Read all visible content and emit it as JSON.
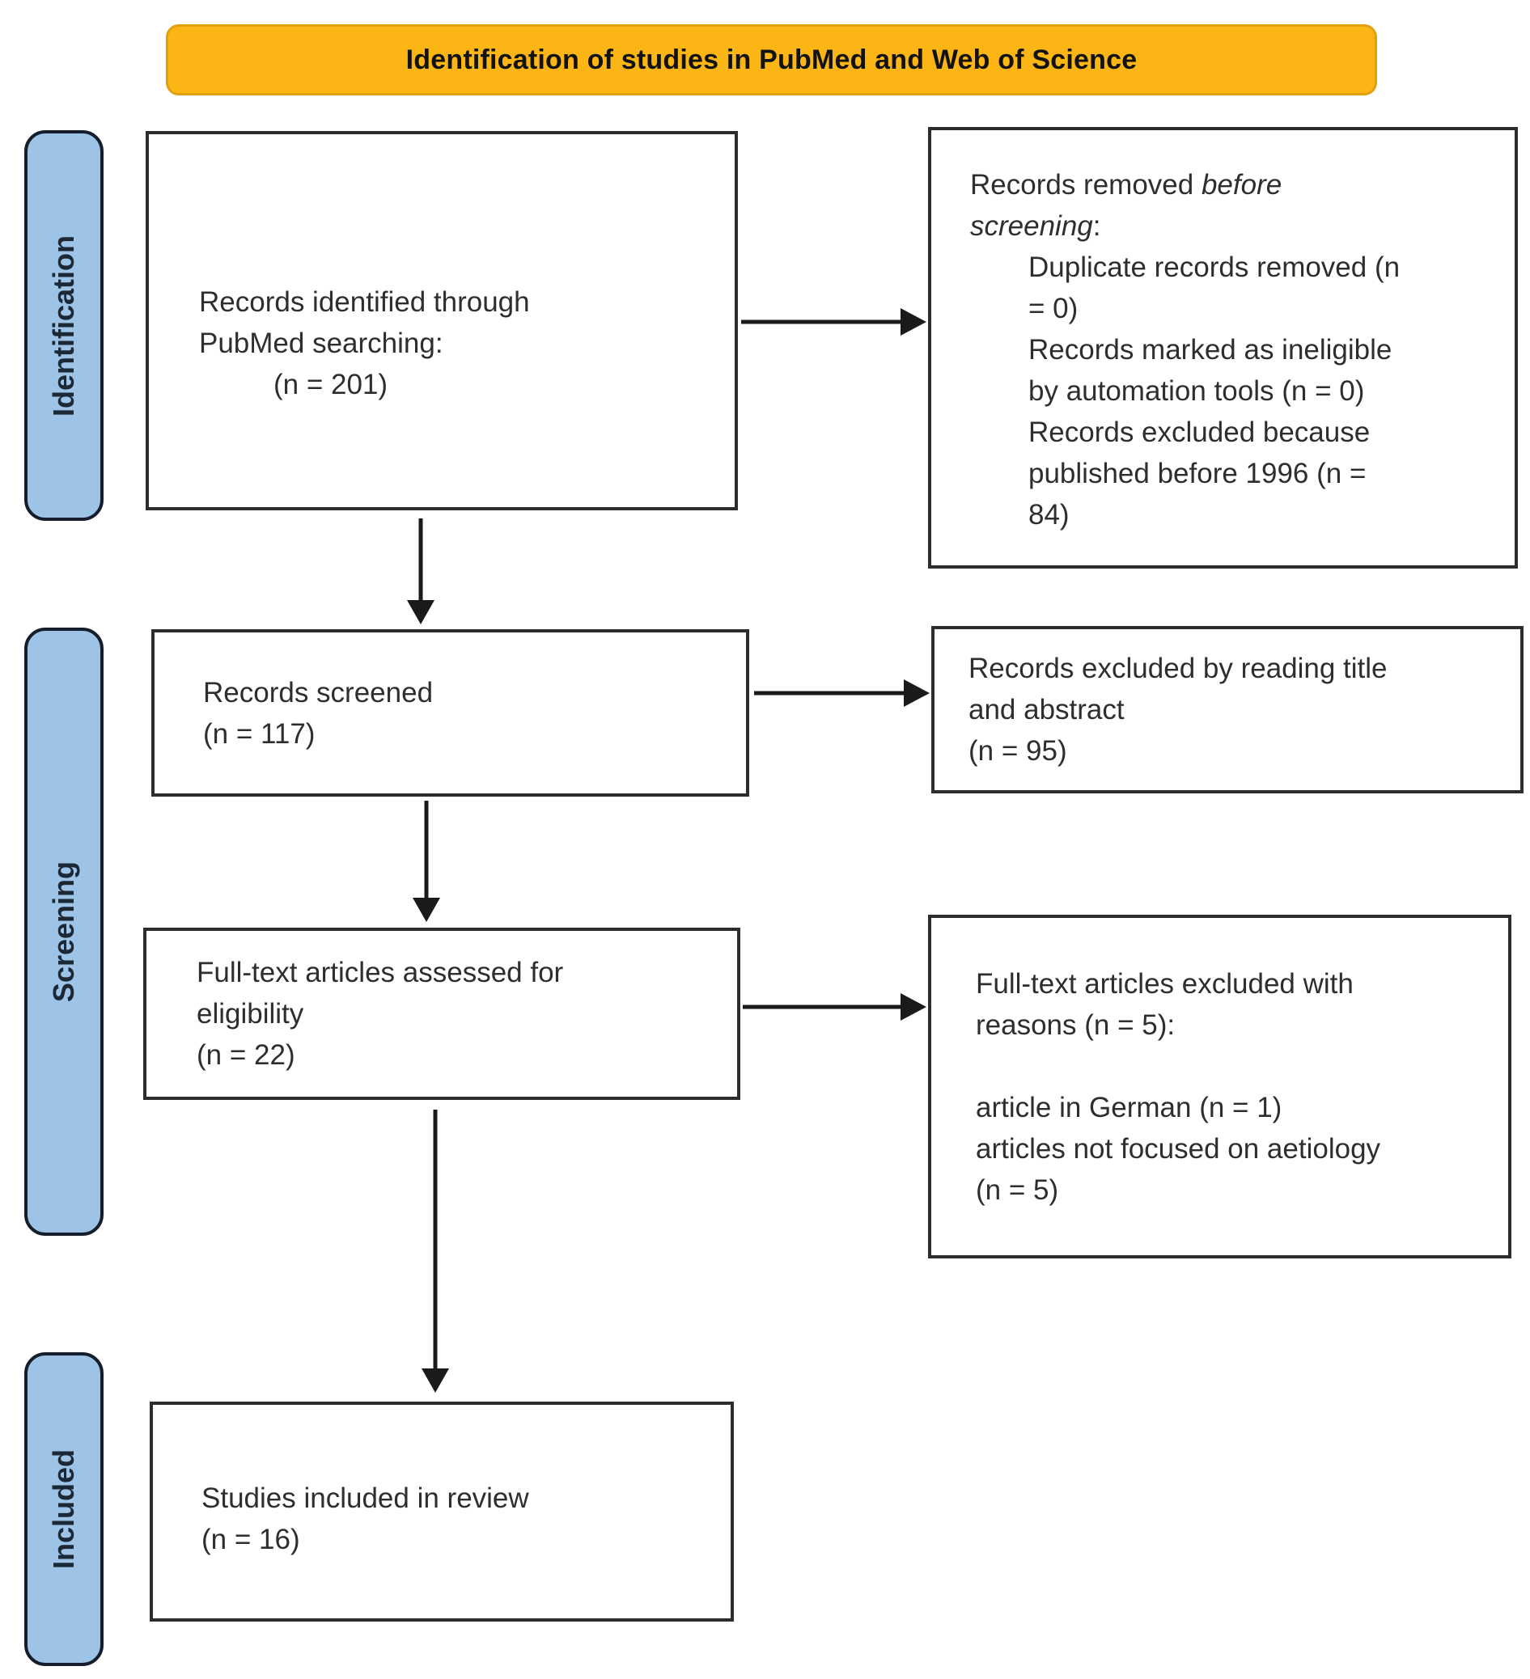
{
  "header": {
    "title": "Identification of studies in PubMed and Web of Science"
  },
  "colors": {
    "banner_bg": "#FBB616",
    "banner_border": "#E2A011",
    "stage_bg": "#9DC3E6",
    "stage_border": "#151E2A",
    "box_border": "#2D2D2D",
    "arrow": "#1A1A1A",
    "text": "#2E2E2E"
  },
  "stages": [
    {
      "label": "Identification"
    },
    {
      "label": "Screening"
    },
    {
      "label": "Included"
    }
  ],
  "flow": {
    "identified": {
      "lines": [
        "Records identified through",
        "PubMed searching:",
        "(n = 201)"
      ]
    },
    "screened": {
      "lines": [
        "Records screened",
        "(n = 117)"
      ]
    },
    "fulltext": {
      "lines": [
        "Full-text articles assessed for",
        "eligibility",
        "(n = 22)"
      ]
    },
    "included": {
      "lines": [
        "Studies included in review",
        "(n = 16)"
      ]
    },
    "removed_before_screening": {
      "heading": {
        "normal1": "Records removed ",
        "italic1": "before",
        "italic2": "screening",
        "normal2": ":"
      },
      "items": [
        {
          "lines": [
            "Duplicate records removed (n",
            "= 0)"
          ]
        },
        {
          "lines": [
            "Records marked as ineligible",
            "by automation tools (n = 0)"
          ]
        },
        {
          "lines": [
            "Records excluded because",
            "published before 1996 (n =",
            "84)"
          ]
        }
      ]
    },
    "excluded_title_abstract": {
      "lines": [
        "Records excluded by reading title",
        "and abstract",
        "(n = 95)"
      ]
    },
    "excluded_reasons": {
      "lines": [
        "Full-text articles excluded with",
        "reasons (n = 5):",
        "",
        "article in German (n = 1)",
        "articles not focused on aetiology",
        "(n = 5)"
      ]
    }
  }
}
